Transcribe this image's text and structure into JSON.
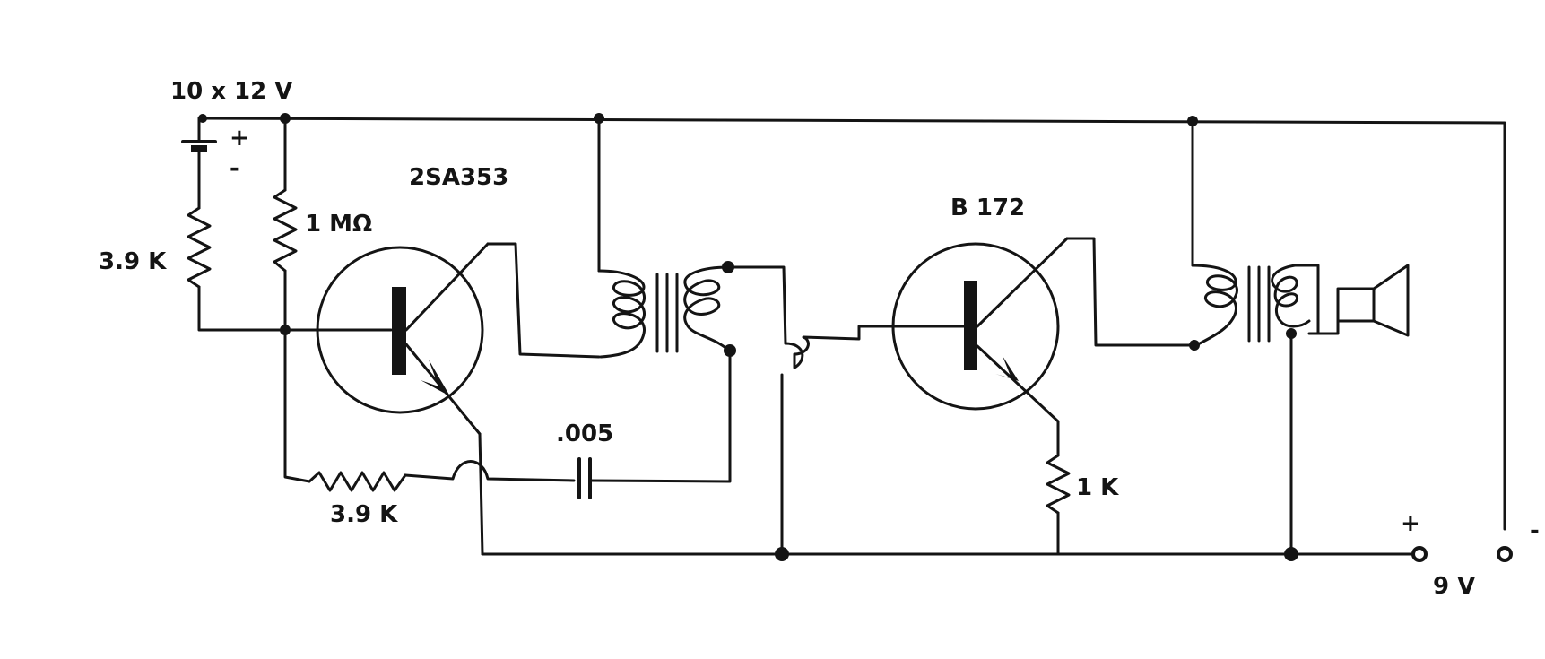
{
  "labels": {
    "supply": "10 x 12 V",
    "battery_plus": "+",
    "battery_minus": "-",
    "r1": "3.9 K",
    "r2": "1 MΩ",
    "q1": "2SA353",
    "c1": ".005",
    "r3": "3.9 K",
    "q2": "B 172",
    "r4": "1 K",
    "out_plus": "+",
    "out_minus": "-",
    "out_voltage": "9 V"
  }
}
